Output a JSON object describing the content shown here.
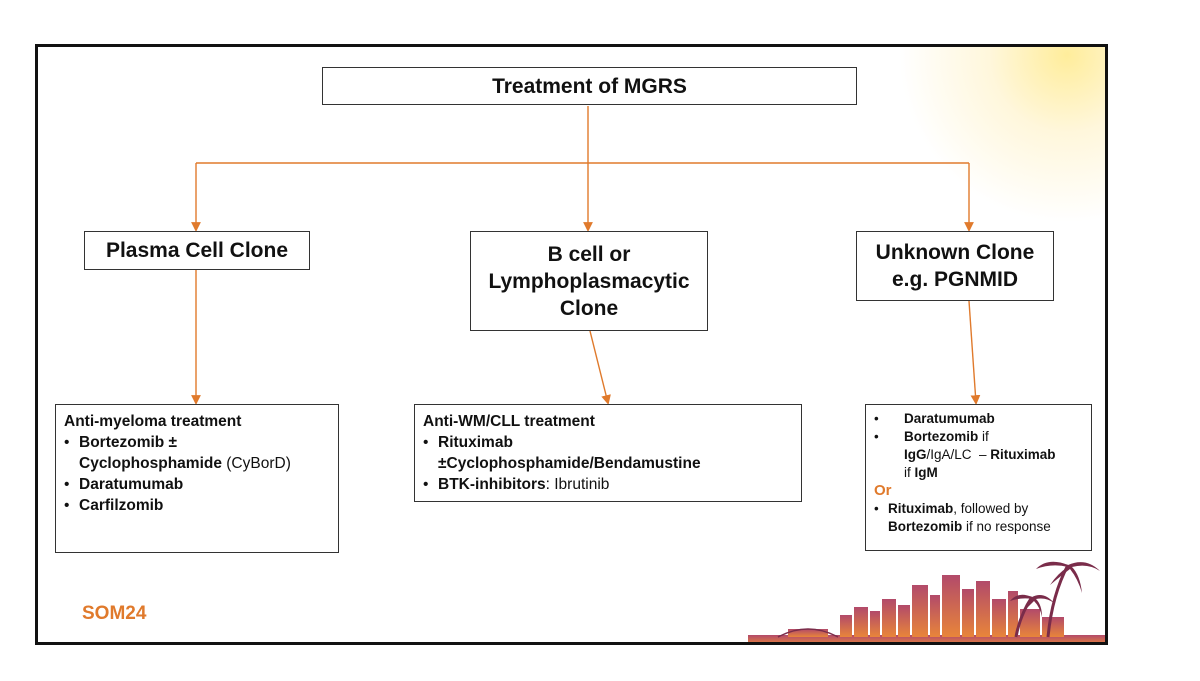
{
  "title": "Treatment of MGRS",
  "clones": {
    "plasma": {
      "label": "Plasma Cell Clone"
    },
    "bcell": {
      "line1": "B cell or",
      "line2": "Lymphoplasmacytic",
      "line3": "Clone"
    },
    "unknown": {
      "line1": "Unknown Clone",
      "line2": "e.g. PGNMID"
    }
  },
  "treatments": {
    "myeloma": {
      "heading": "Anti-myeloma treatment",
      "item1_bold": "Bortezomib ±",
      "item1_cont_bold": "Cyclophosphamide",
      "item1_cont_normal": " (CyBorD)",
      "item2": "Daratumumab",
      "item3": "Carfilzomib"
    },
    "wmcll": {
      "heading": "Anti-WM/CLL treatment",
      "item1_bold": "Rituximab",
      "item1_cont_bold": "±Cyclophosphamide/Bendamustine",
      "item2_bold": "BTK-inhibitors",
      "item2_normal": ": Ibrutinib"
    },
    "unknown": {
      "item1": "Daratumumab",
      "item2_bold": "Bortezomib",
      "item2_normal": " if",
      "item2_l2_bold1": "IgG",
      "item2_l2_normal1": "/IgA/LC  – ",
      "item2_l2_bold2": "Rituximab",
      "item2_l3_normal": "if ",
      "item2_l3_bold": "IgM",
      "or": "Or",
      "item3_bold": "Rituximab",
      "item3_normal": ", followed by",
      "item3_l2_bold": "Bortezomib",
      "item3_l2_normal": " if no response"
    }
  },
  "bullet": "•",
  "logo": "SOM24",
  "colors": {
    "connector": "#e07a2c",
    "border": "#111111",
    "or_text": "#e07a2c"
  }
}
